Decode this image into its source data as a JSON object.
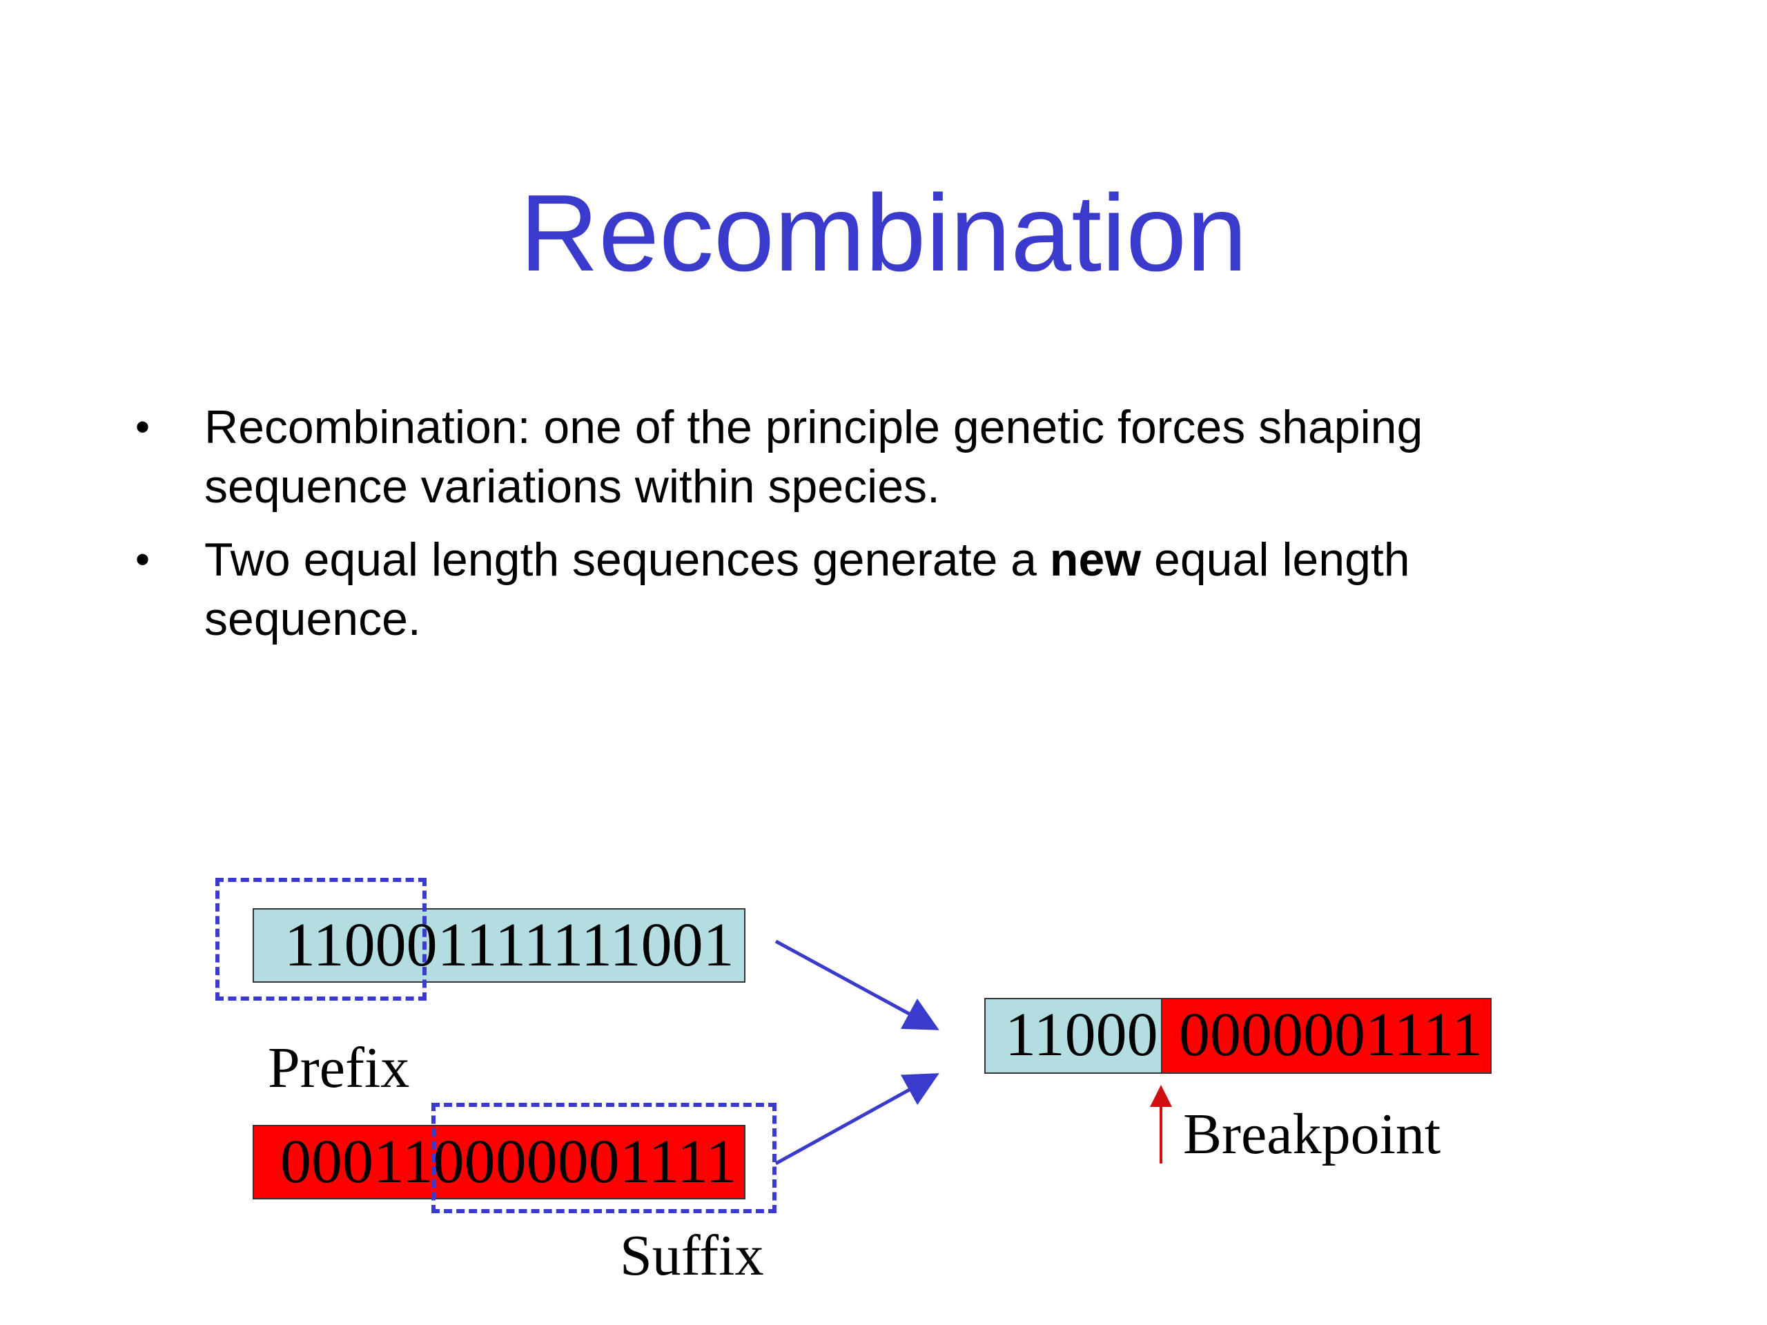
{
  "slide": {
    "title": "Recombination",
    "bullets": [
      {
        "text_before": "Recombination: one of the principle genetic forces shaping sequence variations within species.",
        "bold": "",
        "text_after": ""
      },
      {
        "text_before": "Two equal length sequences generate a ",
        "bold": "new",
        "text_after": " equal length sequence."
      }
    ],
    "bullet_symbol": "•"
  },
  "diagram": {
    "parent_a": "110001111111001",
    "parent_b": "000110000001111",
    "result_prefix": "11000",
    "result_suffix": "0000001111",
    "prefix_label": "Prefix",
    "suffix_label": "Suffix",
    "breakpoint_label": "Breakpoint",
    "colors": {
      "prefix_fill": "#b3dde0",
      "suffix_fill": "#fe0000",
      "dash_color": "#3a3acc",
      "breakpoint_arrow": "#d01010",
      "title_color": "#3a3acc"
    }
  }
}
